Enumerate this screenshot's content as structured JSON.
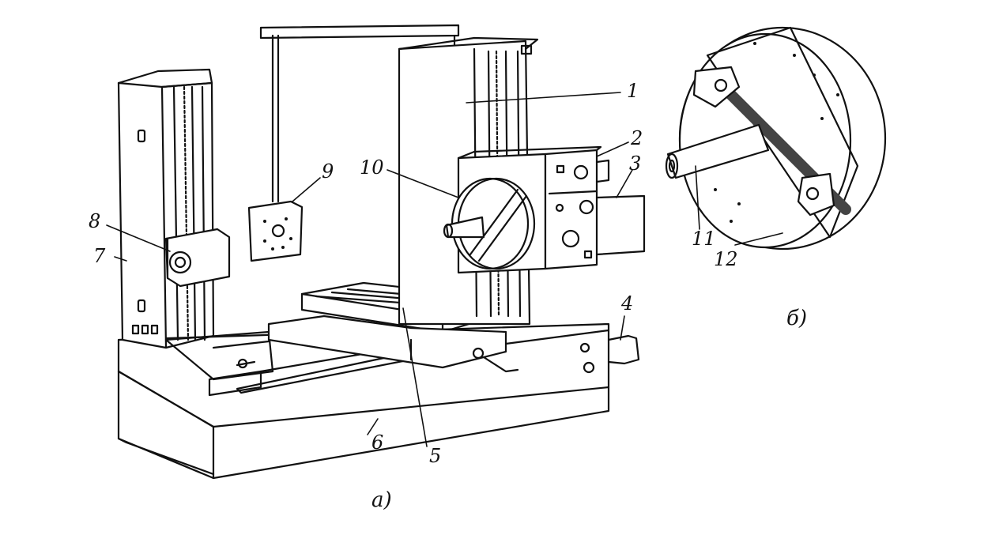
{
  "figure": {
    "callouts": {
      "n1": "1",
      "n2": "2",
      "n3": "3",
      "n4": "4",
      "n5": "5",
      "n6": "6",
      "n7": "7",
      "n8": "8",
      "n9": "9",
      "n10": "10",
      "n11": "11",
      "n12": "12"
    },
    "captions": {
      "a": "а)",
      "b": "б)"
    },
    "colors": {
      "ink": "#111111",
      "paper": "#ffffff",
      "shade": "#444444"
    }
  }
}
